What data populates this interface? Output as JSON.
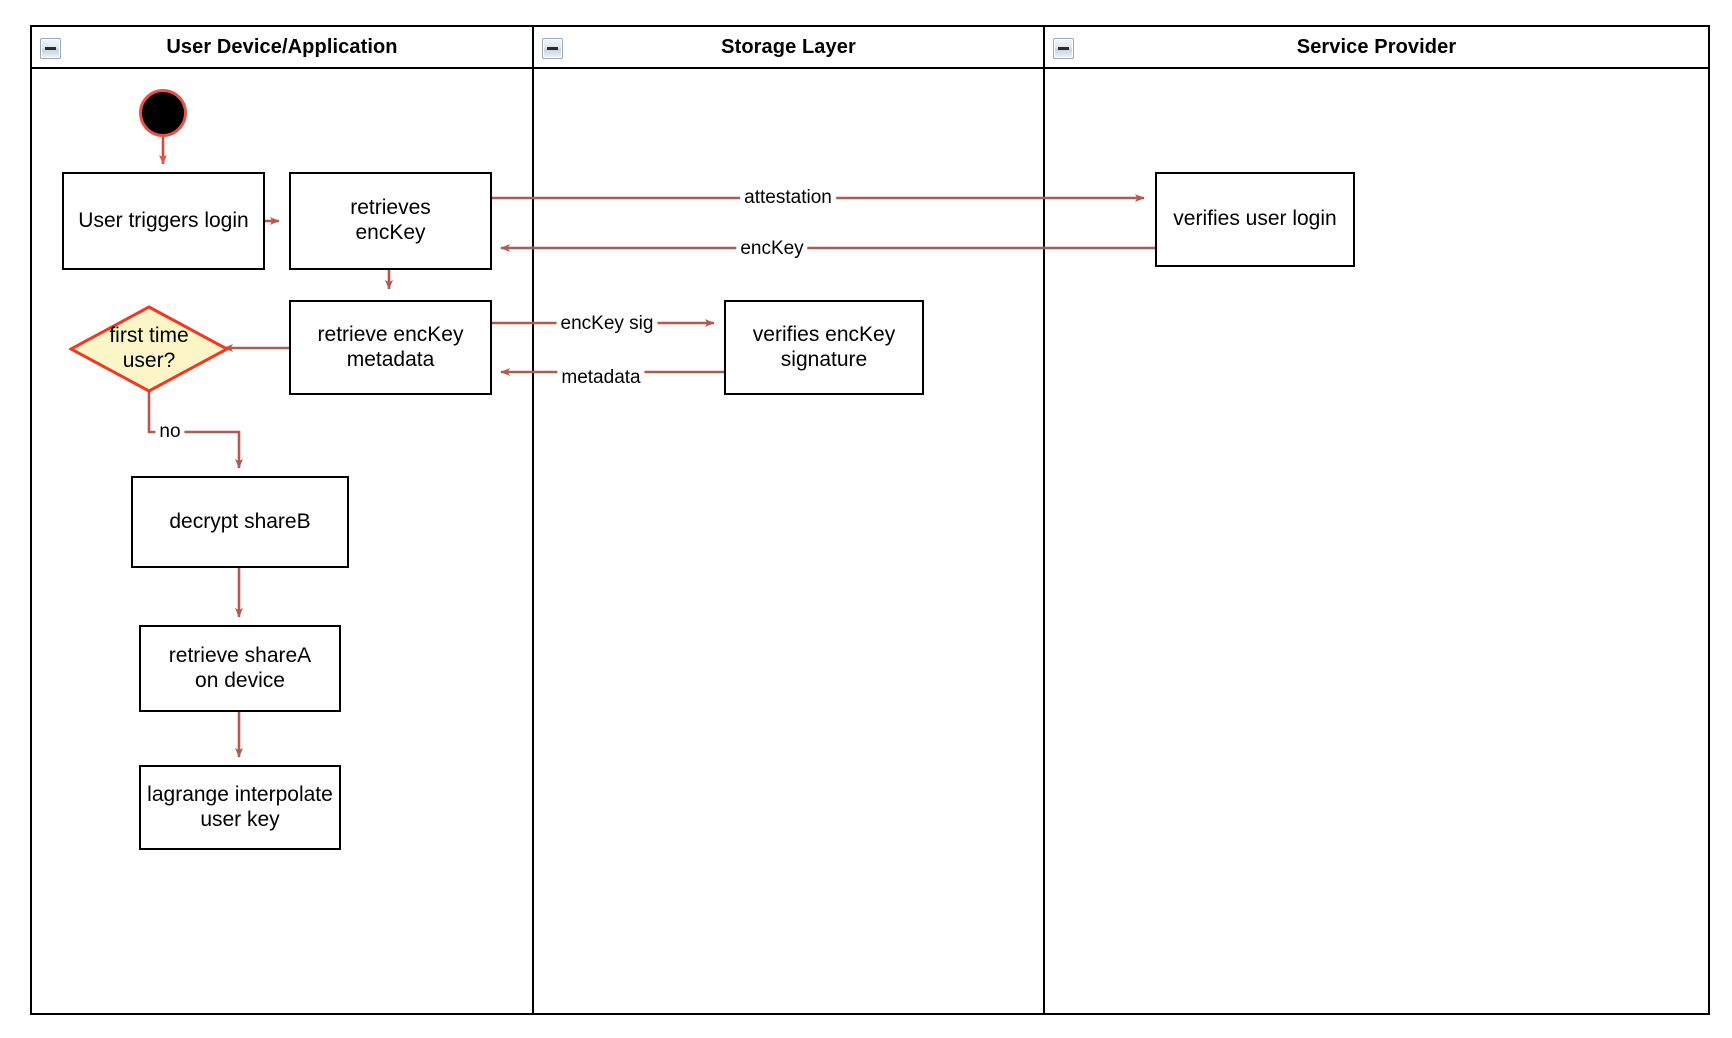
{
  "diagram": {
    "title": "User login key retrieval swimlane flowchart",
    "edge_color": "#b05a50",
    "start_color": "#e8544a",
    "decision_fill": "#fcf5c7",
    "decision_stroke": "#ee3a24",
    "lanes": [
      {
        "id": "lane-user-device",
        "label": "User Device/Application",
        "collapse_icon": "collapse-minus-icon"
      },
      {
        "id": "lane-storage",
        "label": "Storage Layer",
        "collapse_icon": "collapse-minus-icon"
      },
      {
        "id": "lane-service-provider",
        "label": "Service Provider",
        "collapse_icon": "collapse-minus-icon"
      }
    ],
    "nodes": [
      {
        "id": "start",
        "type": "start",
        "label": ""
      },
      {
        "id": "n1",
        "type": "process",
        "lane": "lane-user-device",
        "label": "User triggers login"
      },
      {
        "id": "n2",
        "type": "process",
        "lane": "lane-user-device",
        "label": "retrieves\nencKey",
        "line1": "retrieves",
        "line2": "encKey"
      },
      {
        "id": "n3",
        "type": "process",
        "lane": "lane-user-device",
        "label": "retrieve encKey\nmetadata",
        "line1": "retrieve encKey",
        "line2": "metadata"
      },
      {
        "id": "d1",
        "type": "decision",
        "lane": "lane-user-device",
        "label": "first time\nuser?",
        "line1": "first time",
        "line2": "user?"
      },
      {
        "id": "n4",
        "type": "process",
        "lane": "lane-user-device",
        "label": "decrypt shareB"
      },
      {
        "id": "n5",
        "type": "process",
        "lane": "lane-user-device",
        "label": "retrieve shareA\non device",
        "line1": "retrieve shareA",
        "line2": "on device"
      },
      {
        "id": "n6",
        "type": "process",
        "lane": "lane-user-device",
        "label": "lagrange interpolate\nuser key",
        "line1": "lagrange interpolate",
        "line2": "user key"
      },
      {
        "id": "n7",
        "type": "process",
        "lane": "lane-storage",
        "label": "verifies encKey\nsignature",
        "line1": "verifies encKey",
        "line2": "signature"
      },
      {
        "id": "n8",
        "type": "process",
        "lane": "lane-service-provider",
        "label": "verifies user login"
      }
    ],
    "edges": [
      {
        "id": "e0",
        "from": "start",
        "to": "n1",
        "label": ""
      },
      {
        "id": "e1",
        "from": "n1",
        "to": "n2",
        "label": ""
      },
      {
        "id": "e2",
        "from": "n2",
        "to": "n8",
        "label": "attestation"
      },
      {
        "id": "e3",
        "from": "n8",
        "to": "n2",
        "label": "encKey"
      },
      {
        "id": "e4",
        "from": "n2",
        "to": "n3",
        "label": ""
      },
      {
        "id": "e5",
        "from": "n3",
        "to": "n7",
        "label": "encKey sig"
      },
      {
        "id": "e6",
        "from": "n7",
        "to": "n3",
        "label": "metadata"
      },
      {
        "id": "e7",
        "from": "n3",
        "to": "d1",
        "label": ""
      },
      {
        "id": "e8",
        "from": "d1",
        "to": "n4",
        "label": "no"
      },
      {
        "id": "e9",
        "from": "n4",
        "to": "n5",
        "label": ""
      },
      {
        "id": "e10",
        "from": "n5",
        "to": "n6",
        "label": ""
      }
    ]
  }
}
